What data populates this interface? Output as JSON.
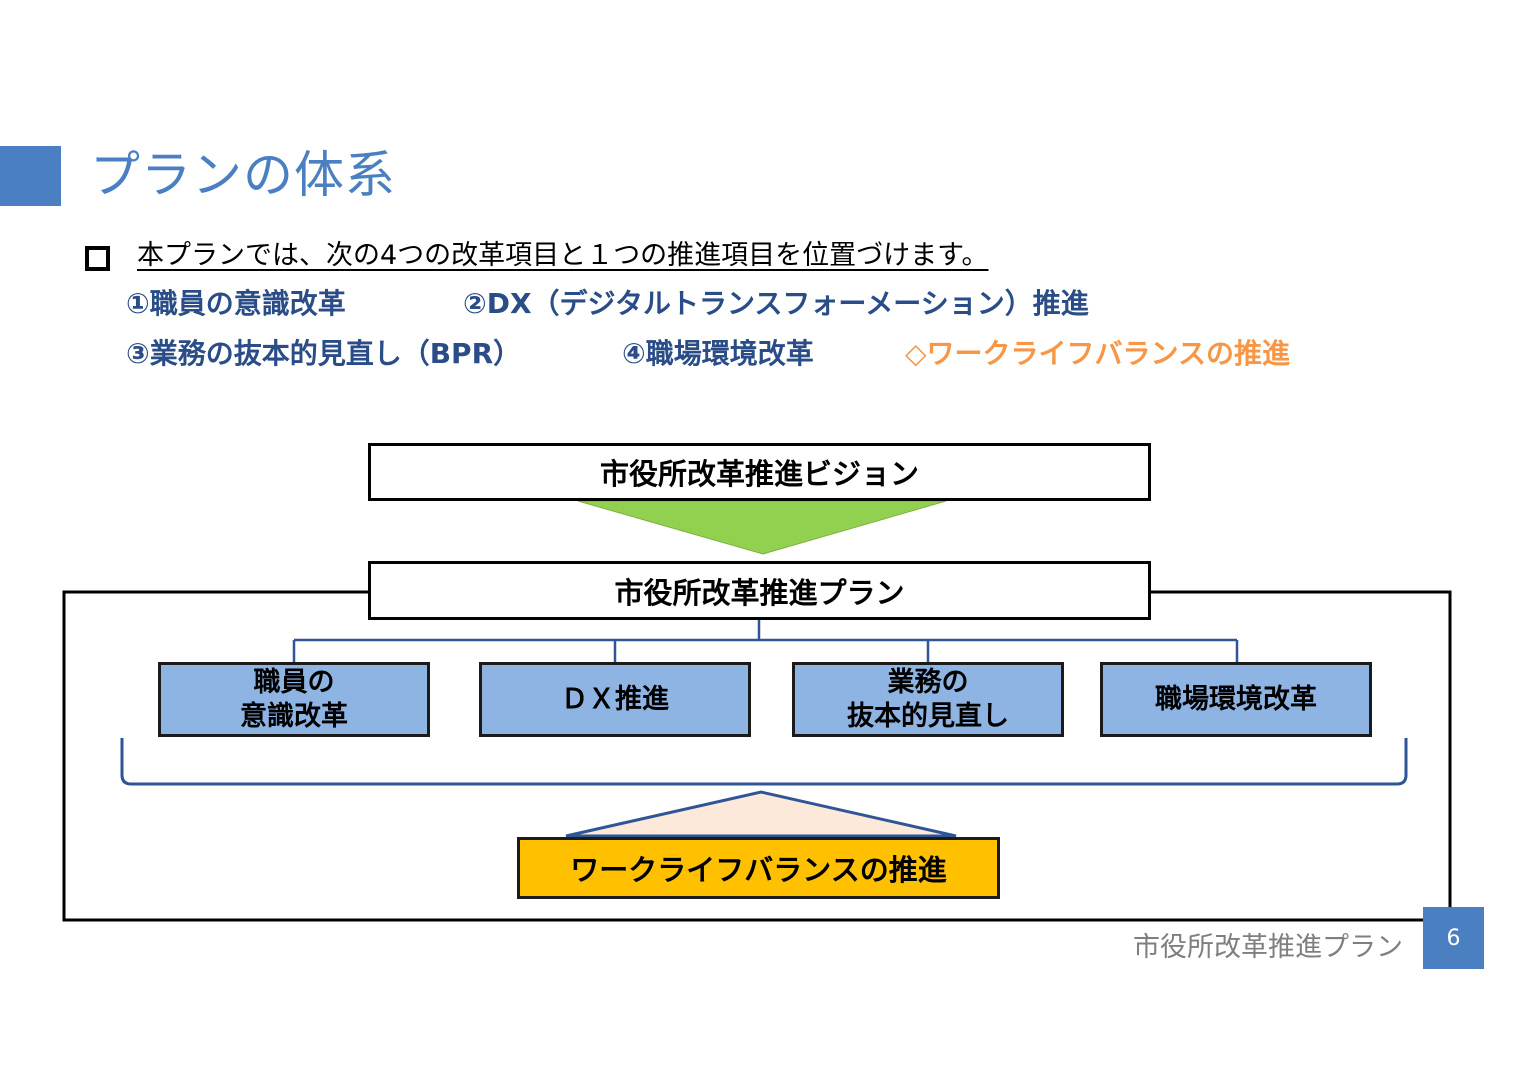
{
  "title": "プランの体系",
  "intro": "本プランでは、次の4つの改革項目と１つの推進項目を位置づけます。",
  "items": [
    "①職員の意識改革",
    "②DX（デジタルトランスフォーメーション）推進",
    "③業務の抜本的見直し（BPR）",
    "④職場環境改革",
    "◇ワークライフバランスの推進"
  ],
  "diagram": {
    "vision": "市役所改革推進ビジョン",
    "plan": "市役所改革推進プラン",
    "sub_boxes": [
      {
        "line1": "職員の",
        "line2": "意識改革"
      },
      {
        "line1": "ＤＸ推進",
        "line2": ""
      },
      {
        "line1": "業務の",
        "line2": "抜本的見直し"
      },
      {
        "line1": "職場環境改革",
        "line2": ""
      }
    ],
    "wlb": "ワークライフバランスの推進"
  },
  "footer": {
    "text": "市役所改革推進プラン",
    "page": "6"
  },
  "colors": {
    "title": "#4a7fc1",
    "items": "#2a4d88",
    "wlb_item": "#f79646",
    "arrow_down": "#92d050",
    "arrow_up": "#fde9d9",
    "sub_box": "#8eb4e3",
    "wlb_box": "#ffc000",
    "connector": "#2f5597"
  }
}
